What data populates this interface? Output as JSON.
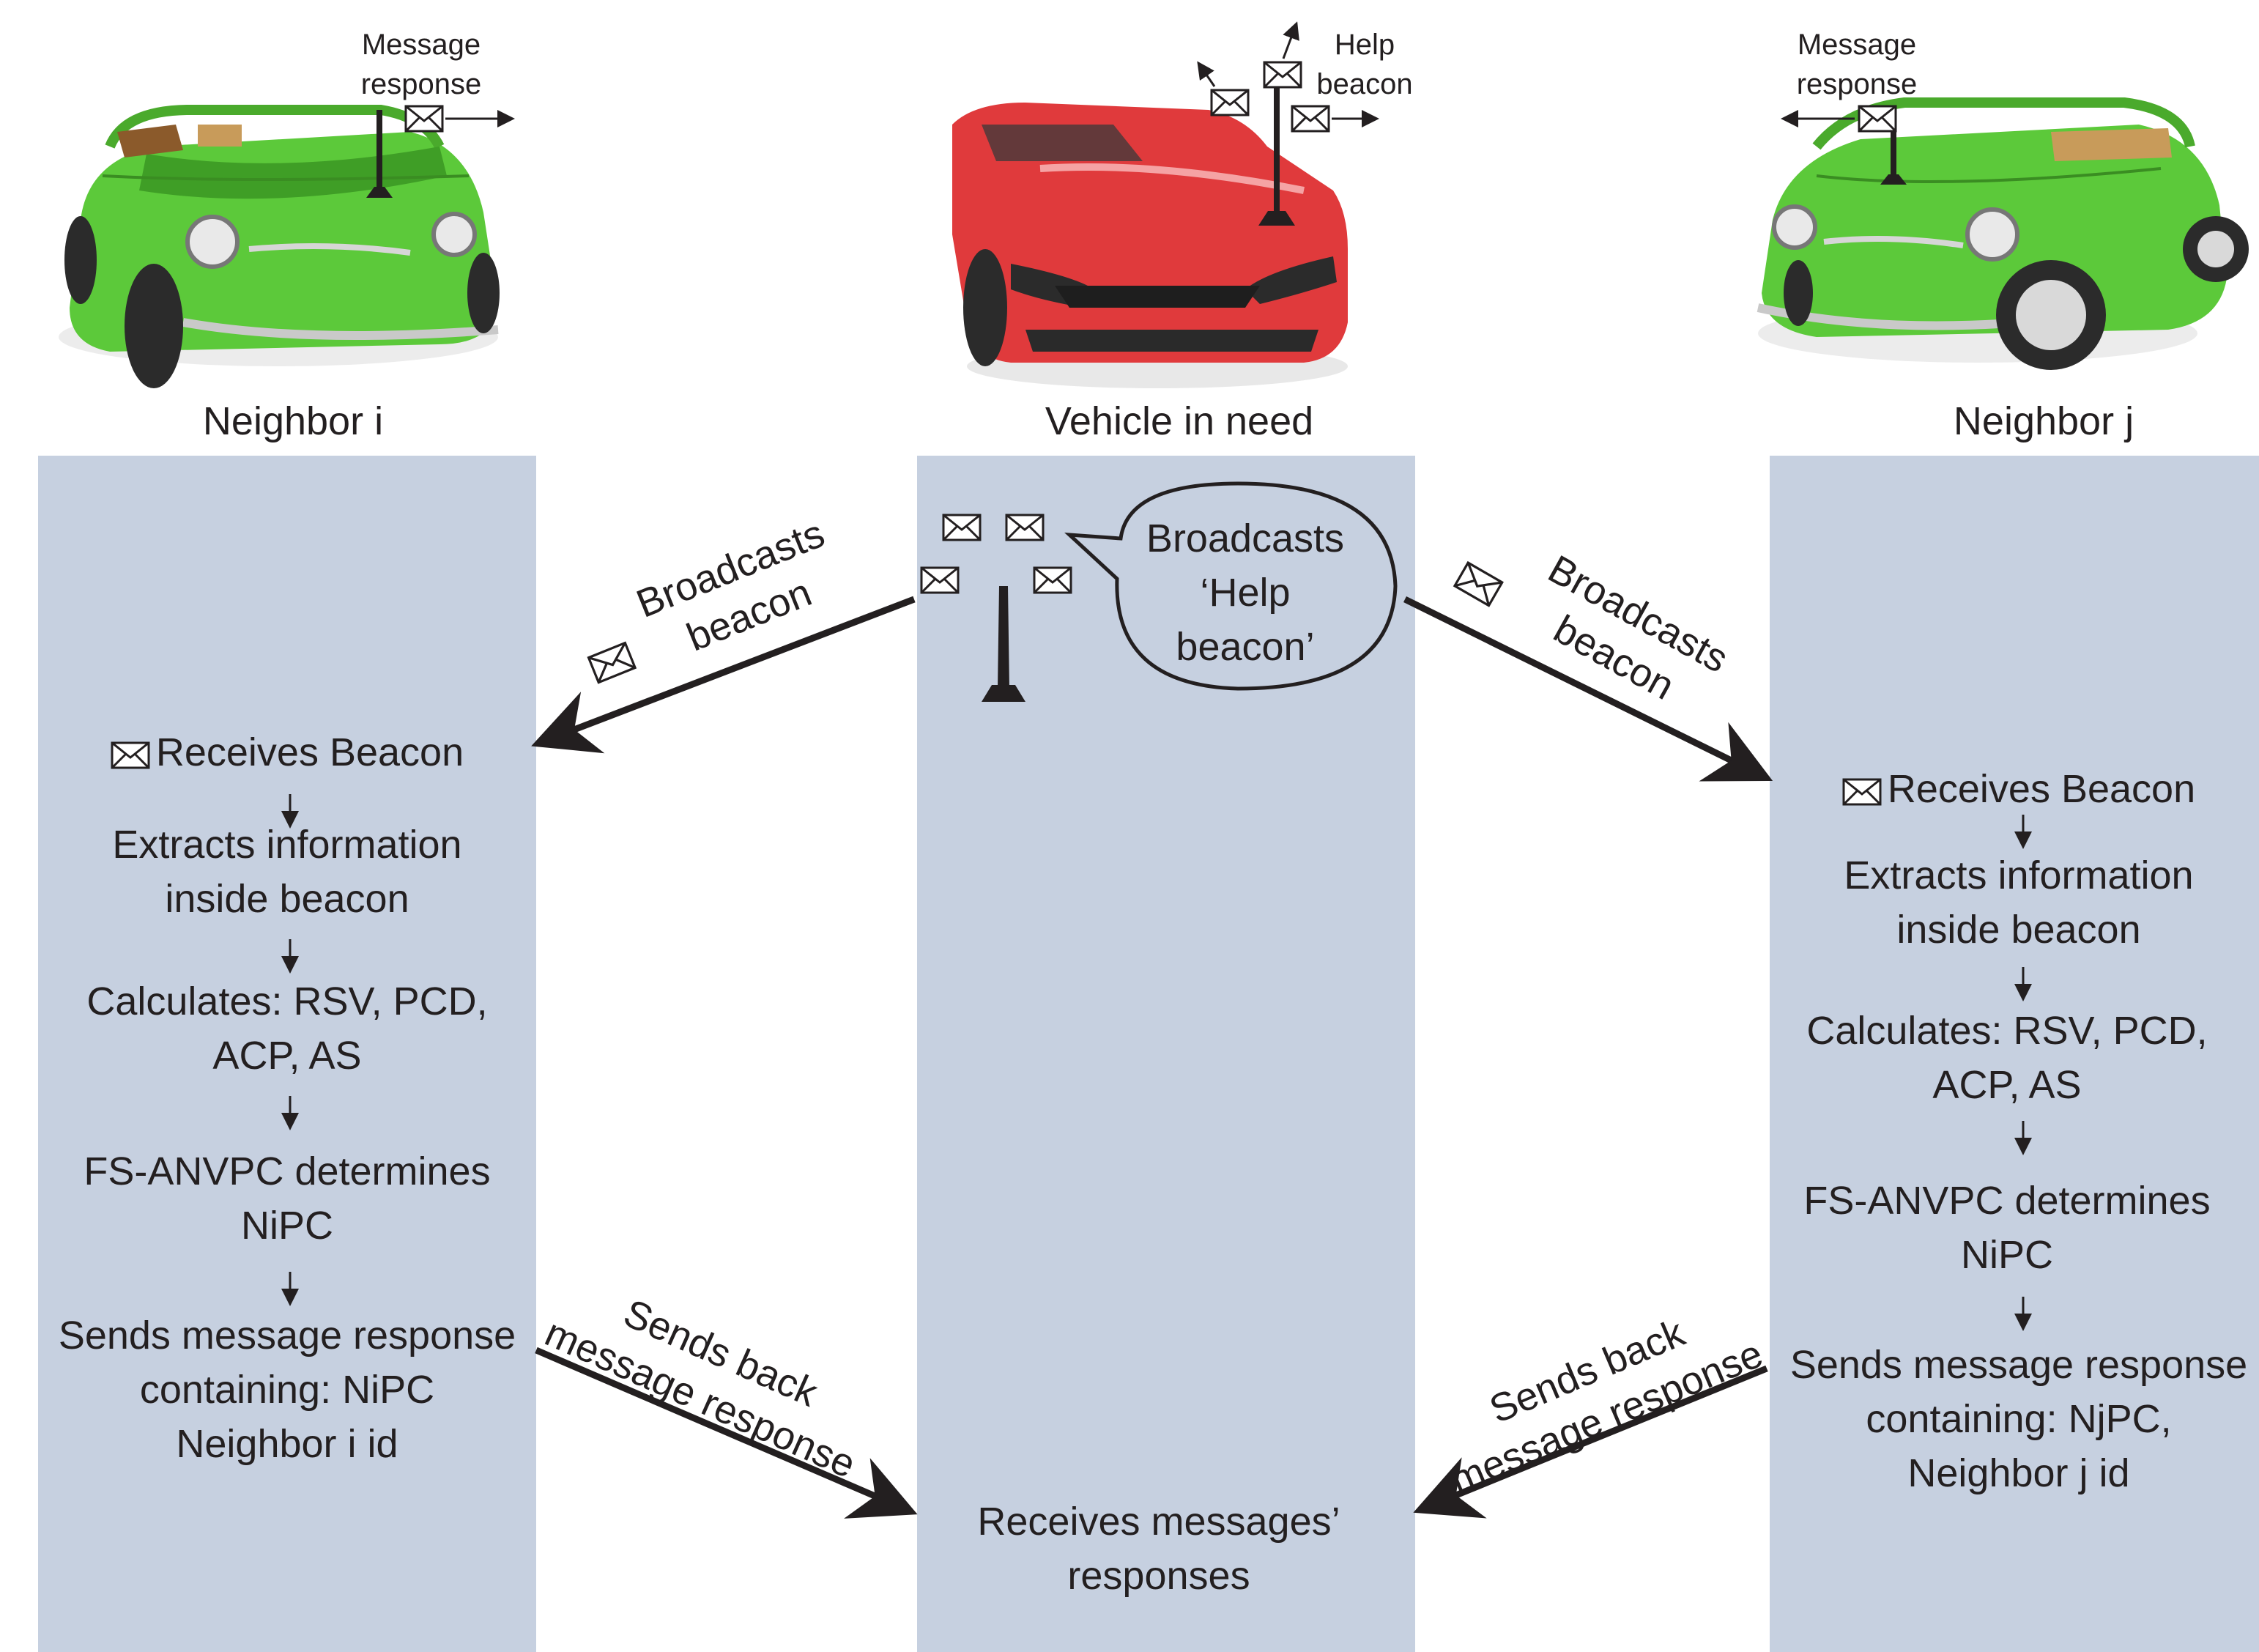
{
  "columns": {
    "left": {
      "title": "Neighbor i"
    },
    "center": {
      "title": "Vehicle in need"
    },
    "right": {
      "title": "Neighbor j"
    }
  },
  "car_labels": {
    "left": [
      "Message",
      "response"
    ],
    "center": [
      "Help",
      "beacon"
    ],
    "right": [
      "Message",
      "response"
    ]
  },
  "left_steps": [
    "Receives Beacon",
    "Extracts information",
    "inside beacon",
    "Calculates: RSV, PCD,",
    "ACP, AS",
    "FS-ANVPC determines",
    "NiPC",
    "Sends message response",
    "containing: NiPC",
    "Neighbor i id"
  ],
  "right_steps": [
    "Receives Beacon",
    "Extracts information",
    "inside beacon",
    "Calculates: RSV, PCD,",
    "ACP, AS",
    "FS-ANVPC determines",
    "NiPC",
    "Sends message response",
    "containing: NjPC,",
    "Neighbor j id"
  ],
  "speech_bubble": [
    "Broadcasts",
    "‘Help",
    "beacon’"
  ],
  "arrows": {
    "broadcast_left": [
      "Broadcasts",
      "beacon"
    ],
    "broadcast_right": [
      "Broadcasts",
      "beacon"
    ],
    "reply_left": [
      "Sends back",
      "message response"
    ],
    "reply_right": [
      "Sends back",
      "message response"
    ]
  },
  "center_bottom": [
    "Receives messages’",
    "responses"
  ],
  "colors": {
    "panel": "#c6d0e0",
    "green_car": "#5cc93a",
    "red_car": "#e03a3c",
    "ink": "#231f20"
  },
  "icons": [
    "envelope-icon",
    "antenna-icon",
    "green-car",
    "red-car"
  ]
}
